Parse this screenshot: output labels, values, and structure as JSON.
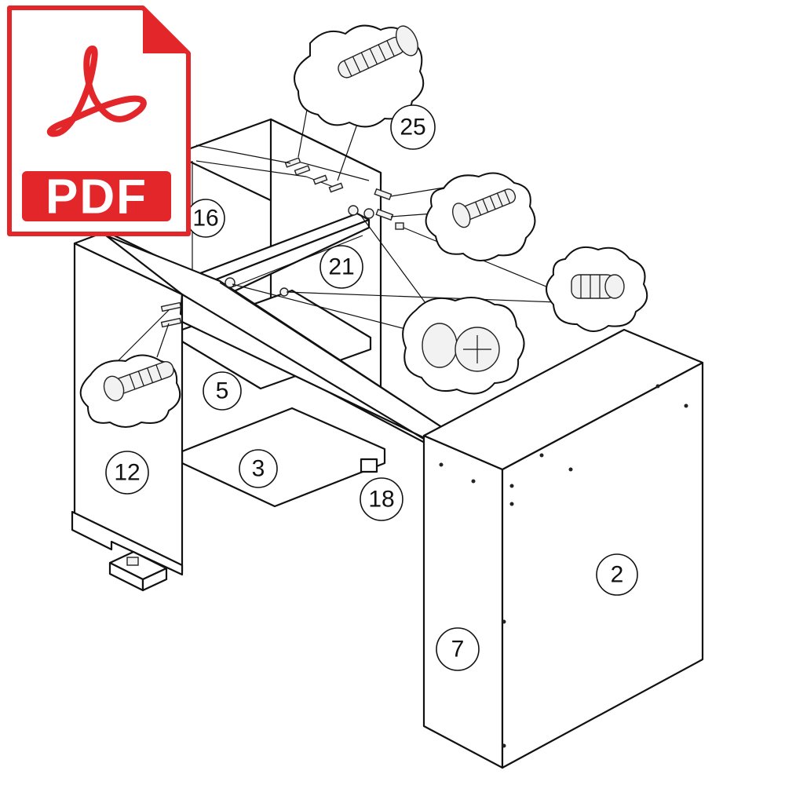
{
  "badge": {
    "text": "PDF",
    "color": "#e3262a"
  },
  "part_labels": [
    "16",
    "25",
    "21",
    "5",
    "12",
    "3",
    "18",
    "2",
    "7"
  ],
  "icons": [
    "pdf-file-icon",
    "acrobat-logo-icon",
    "screw-icon",
    "cam-bolt-icon",
    "dowel-icon",
    "cam-lock-icon",
    "connector-block-icon"
  ]
}
